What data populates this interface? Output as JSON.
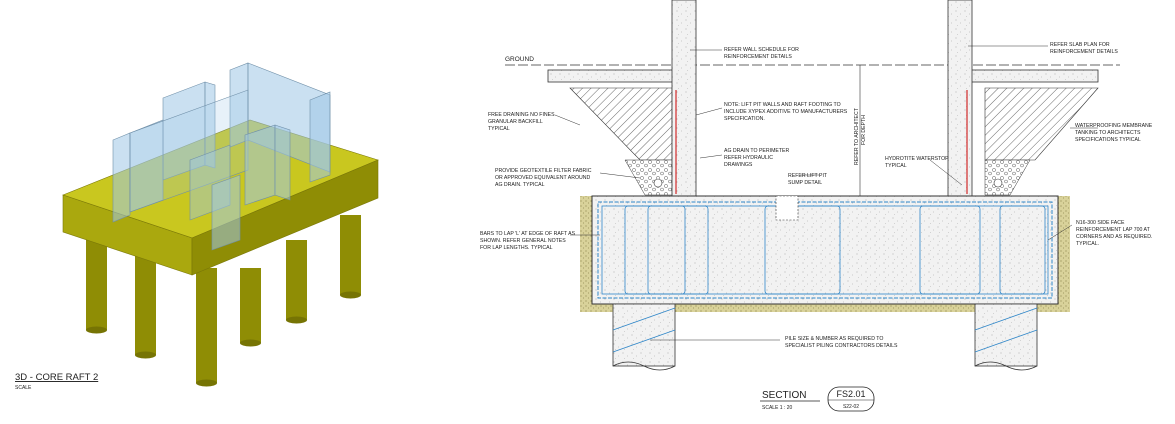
{
  "view3d": {
    "title": "3D - CORE RAFT 2",
    "scale": "SCALE"
  },
  "ground_label": "GROUND",
  "notes": {
    "wall_schedule": [
      "REFER WALL SCHEDULE FOR",
      "REINFORCEMENT DETAILS"
    ],
    "slab_plan": [
      "REFER SLAB PLAN FOR",
      "REINFORCEMENT DETAILS"
    ],
    "xypex": [
      "NOTE: LIFT PIT WALLS AND RAFT FOOTING TO",
      "INCLUDE XYPEX  ADDITIVE TO MANUFACTURERS",
      "SPECIFICATION."
    ],
    "backfill": [
      "FREE DRAINING NO FINES",
      "GRANULAR BACKFILL",
      "TYPICAL"
    ],
    "waterproofing": [
      "WATERPROOFING MEMBRANE",
      "TANKING TO ARCHITECTS",
      "SPECIFICATIONS TYPICAL"
    ],
    "agdrain_perimeter": [
      "AG DRAIN TO PERIMETER",
      "REFER HYDRAULIC",
      "DRAWINGS"
    ],
    "geotextile": [
      "PROVIDE GEOTEXTILE FILTER FABRIC",
      "OR APPROVED EQUIVALENT AROUND",
      "AG DRAIN. TYPICAL"
    ],
    "sump": [
      "REFER LIFT PIT",
      "SUMP DETAIL"
    ],
    "waterstop": [
      "HYDROTITE WATERSTOP",
      "TYPICAL"
    ],
    "architect_depth": [
      "REFER TO ARCHITECT",
      "FOR DEPTH"
    ],
    "bars_lap": [
      "BARS TO LAP 'L' AT EDGE OF RAFT AS",
      "SHOWN.  REFER GENERAL NOTES",
      "FOR LAP LENGTHS.  TYPICAL"
    ],
    "side_face": [
      "N16-300 SIDE FACE",
      "REINFORCEMENT LAP 700 AT",
      "CORNERS AND AS REQUIRED.",
      "TYPICAL."
    ],
    "pile": [
      "PILE SIZE & NUMBER AS REQUIRED TO",
      "SPECIALIST PILING CONTRACTORS DETAILS"
    ]
  },
  "section": {
    "title": "SECTION",
    "scale": "SCALE  1 : 20",
    "number": "FS2.01",
    "sheet": "S22-02"
  },
  "colors": {
    "raft_3d": "#9c9a0a",
    "raft_3d_top": "#c9c71f",
    "glass": "#9ec7e6",
    "rebar": "#2f86c8",
    "concrete": "#f4f4f4",
    "soil": "#d6cf8e",
    "waterstop": "#d22a2a"
  }
}
